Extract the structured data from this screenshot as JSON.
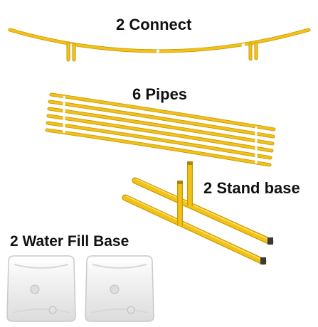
{
  "labels": {
    "connect": "2 Connect",
    "pipes": "6 Pipes",
    "stand_base": "2 Stand base",
    "water_fill_base": "2 Water Fill Base"
  },
  "colors": {
    "pipe_yellow": "#f2c218",
    "pipe_shadow": "#c99a06",
    "pipe_highlight": "#ffe36a",
    "bag_white": "#f3f3f3",
    "bag_shadow": "#c9c9c9",
    "text": "#111111"
  },
  "counts": {
    "pipes": 6
  }
}
